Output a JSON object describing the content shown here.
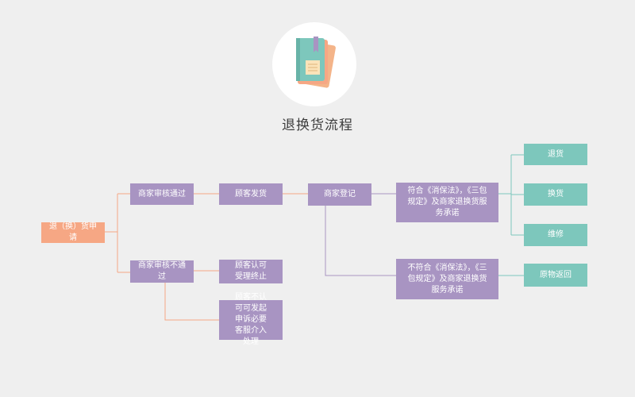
{
  "title": "退换货流程",
  "colors": {
    "purple": "#a894c2",
    "orange": "#f6a784",
    "teal": "#7dc7bc",
    "background": "#efefef"
  },
  "icon": "book-icon",
  "nodes": {
    "apply": "退（换）货申请",
    "approved": "商家审核通过",
    "rejected": "商家审核不通过",
    "customer_ship": "顾客发货",
    "merchant_register": "商家登记",
    "comply": "符合《消保法》，《三包规定》及商家退换货服务承诺",
    "not_comply": "不符合《消保法》，《三包规定》及商家退换货服务承诺",
    "return": "退货",
    "exchange": "换货",
    "repair": "维修",
    "send_back": "原物返回",
    "accept_end": "顾客认可受理终止",
    "appeal": "顾客不认可可发起申诉必要客服介入处理"
  }
}
